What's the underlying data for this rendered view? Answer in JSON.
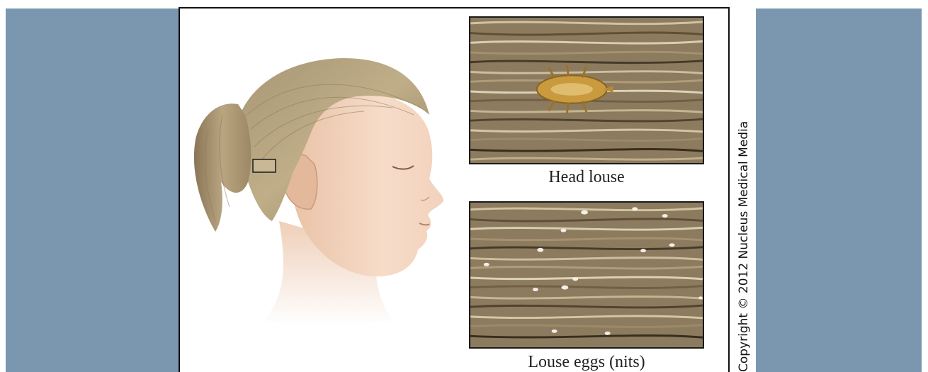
{
  "figure": {
    "captions": {
      "head_louse": "Head louse",
      "louse_eggs": "Louse eggs (nits)"
    },
    "copyright": "Copyright © 2012 Nucleus Medical Media"
  },
  "colors": {
    "side_panel": "#7b97b0",
    "background": "#ffffff",
    "hair": "#b6a67f",
    "skin": "#f3d7c2"
  },
  "icons": {
    "head_illustration": "girl-profile-ponytail-illustration",
    "louse": "head-louse-illustration",
    "nits": "louse-eggs-illustration"
  }
}
